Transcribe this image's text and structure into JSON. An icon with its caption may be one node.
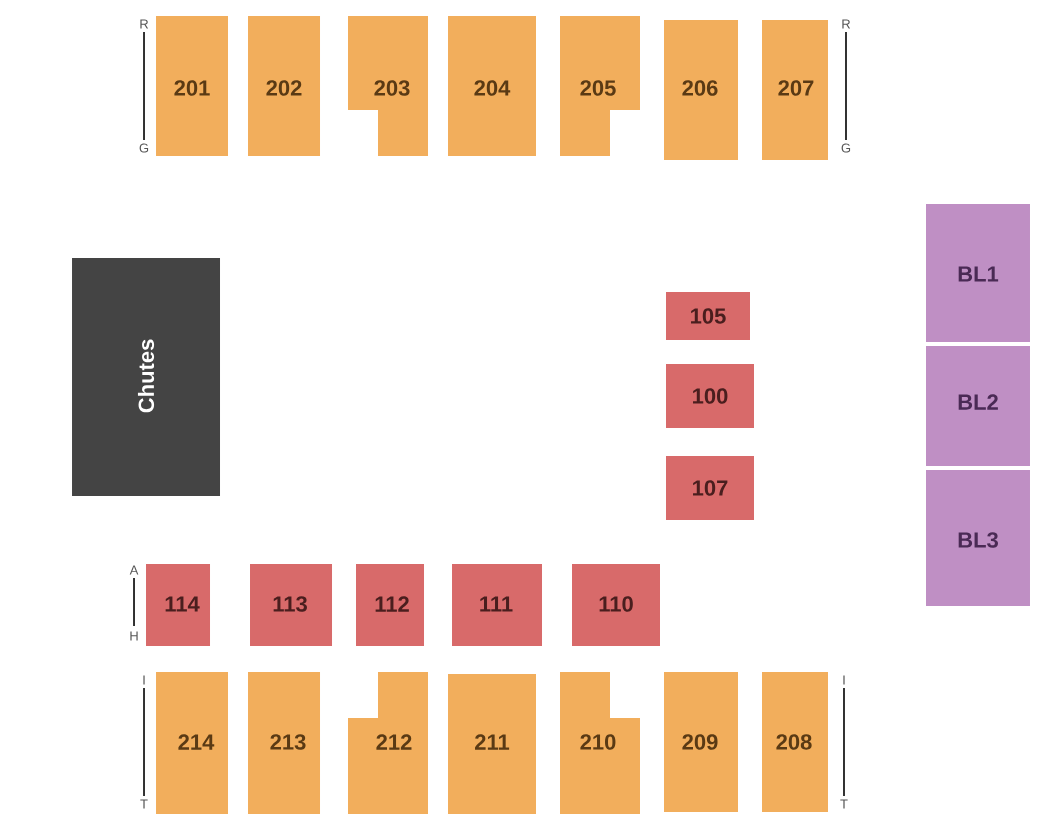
{
  "diagram": {
    "nodes": [
      {
        "text": [
          "201"
        ]
      },
      {
        "text": [
          "202"
        ]
      },
      {
        "text": [
          "203"
        ]
      },
      {
        "text": [
          "204"
        ]
      },
      {
        "text": [
          "205"
        ]
      },
      {
        "text": [
          "206"
        ]
      },
      {
        "text": [
          "207"
        ]
      },
      {
        "text": [
          "BL1"
        ]
      },
      {
        "text": [
          "Chutes"
        ]
      },
      {
        "text": [
          "105"
        ]
      },
      {
        "text": [
          "BL2"
        ]
      },
      {
        "text": [
          "100"
        ]
      },
      {
        "text": [
          "107"
        ]
      },
      {
        "text": [
          "BL3"
        ]
      },
      {
        "text": [
          "114"
        ]
      },
      {
        "text": [
          "113"
        ]
      },
      {
        "text": [
          "112"
        ]
      },
      {
        "text": [
          "111"
        ]
      },
      {
        "text": [
          "110"
        ]
      },
      {
        "text": [
          "214"
        ]
      },
      {
        "text": [
          "213"
        ]
      },
      {
        "text": [
          "212"
        ]
      },
      {
        "text": [
          "211"
        ]
      },
      {
        "text": [
          "210"
        ]
      },
      {
        "text": [
          "209"
        ]
      },
      {
        "text": [
          "208"
        ]
      }
    ],
    "labels": [
      "R",
      "R",
      "G",
      "G",
      "A",
      "H",
      "I",
      "I",
      "T",
      "T"
    ]
  }
}
